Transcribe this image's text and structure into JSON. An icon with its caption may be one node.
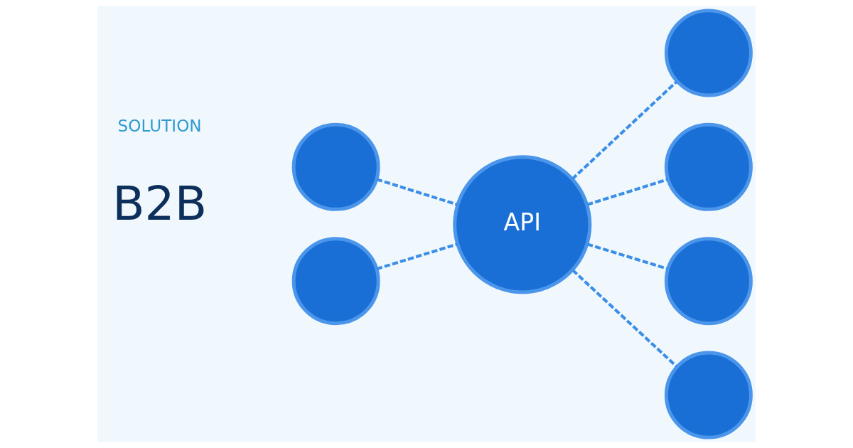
{
  "diagram": {
    "nodes": [
      {
        "text": [
          "API"
        ]
      },
      {
        "text": [],
        "shape": "circle"
      },
      {
        "text": [],
        "shape": "circle"
      },
      {
        "text": [],
        "shape": "circle"
      },
      {
        "text": [],
        "shape": "circle"
      },
      {
        "text": [],
        "shape": "circle"
      },
      {
        "text": [],
        "shape": "circle"
      }
    ],
    "edges": [
      {
        "from": 1,
        "to": 0,
        "arrow": "none",
        "style": "dashed"
      },
      {
        "from": 2,
        "to": 0,
        "arrow": "none",
        "style": "dashed"
      },
      {
        "from": 0,
        "to": 3,
        "arrow": "none",
        "style": "dashed"
      },
      {
        "from": 0,
        "to": 4,
        "arrow": "none",
        "style": "dashed"
      },
      {
        "from": 0,
        "to": 5,
        "arrow": "none",
        "style": "dashed"
      },
      {
        "from": 0,
        "to": 6,
        "arrow": "none",
        "style": "dashed"
      }
    ],
    "labels": [
      "SOLUTION",
      "B2B"
    ]
  }
}
